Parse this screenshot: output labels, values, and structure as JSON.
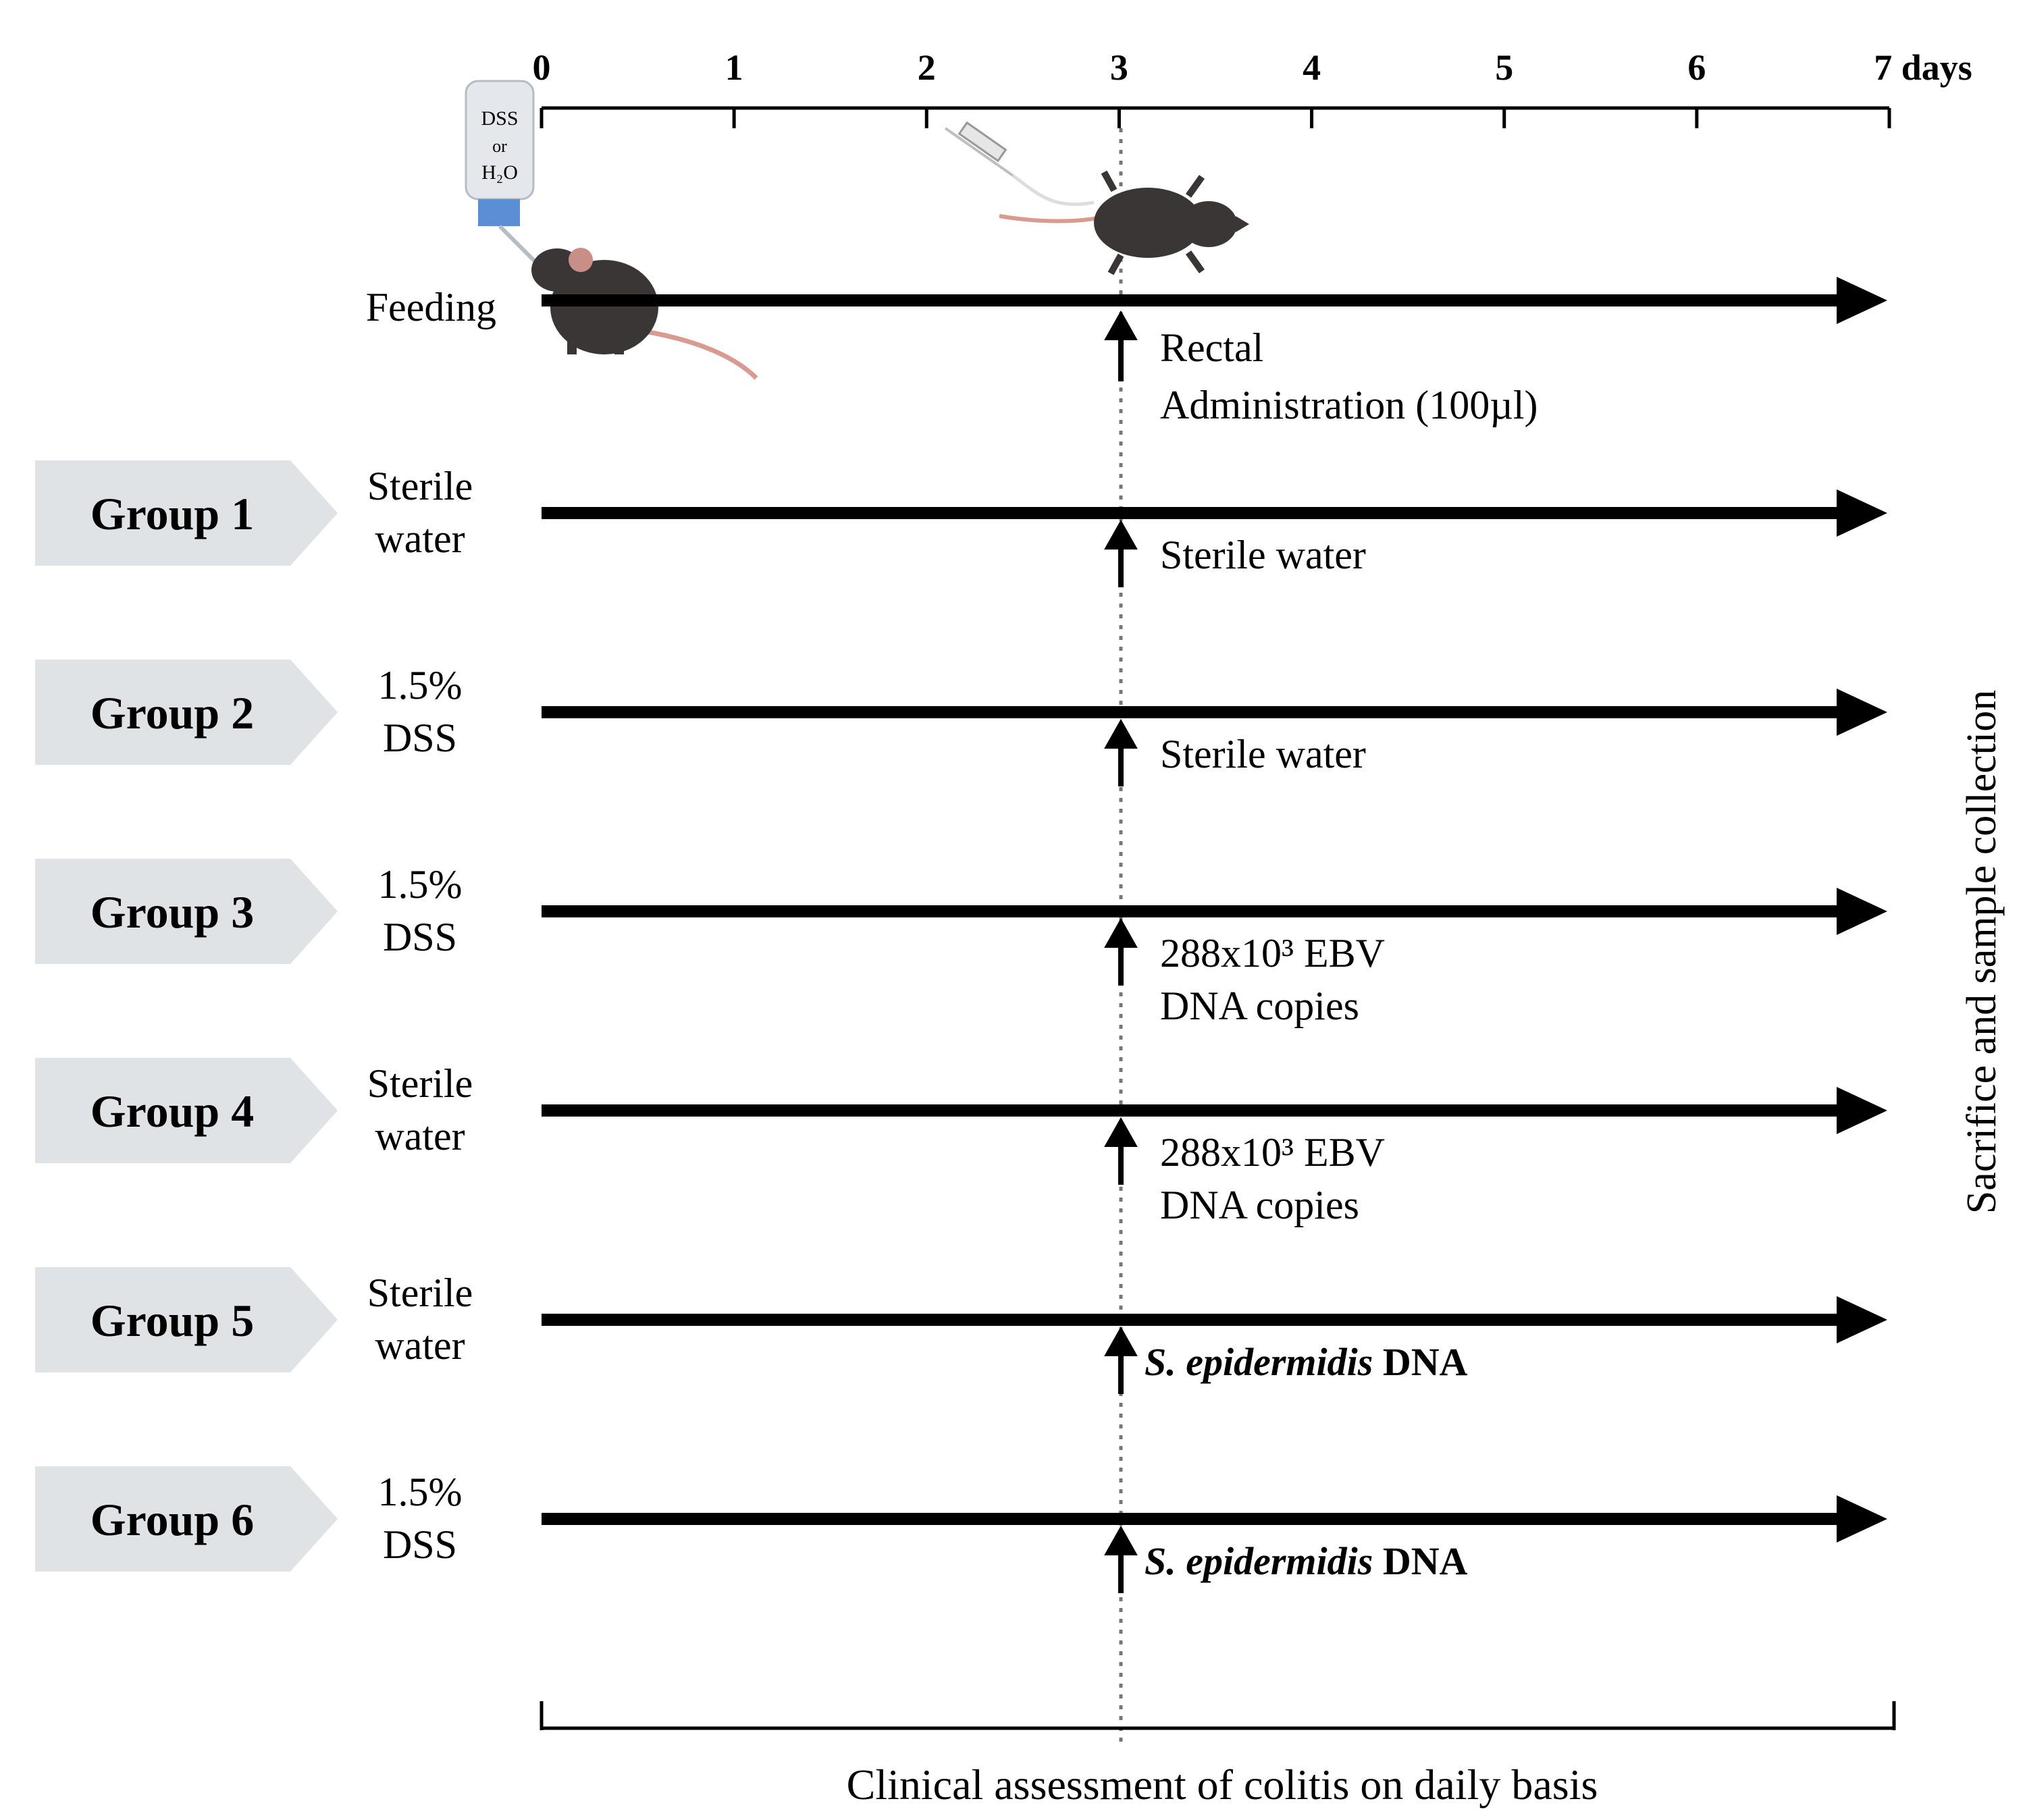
{
  "timeline": {
    "ticks": [
      "0",
      "1",
      "2",
      "3",
      "4",
      "5",
      "6",
      "7 days"
    ],
    "intervention_day": 3
  },
  "bottle": {
    "line1": "DSS",
    "line2": "or",
    "line3": "H₂O"
  },
  "feeding": {
    "label": "Feeding",
    "admin_line1": "Rectal",
    "admin_line2": "Administration (100µl)"
  },
  "groups": [
    {
      "label": "Group 1",
      "feed": [
        "Sterile",
        "water"
      ],
      "treatment": [
        "Sterile water"
      ]
    },
    {
      "label": "Group 2",
      "feed": [
        "1.5%",
        "DSS"
      ],
      "treatment": [
        "Sterile water"
      ]
    },
    {
      "label": "Group 3",
      "feed": [
        "1.5%",
        "DSS"
      ],
      "treatment": [
        "288x10³ EBV",
        "DNA copies"
      ]
    },
    {
      "label": "Group 4",
      "feed": [
        "Sterile",
        "water"
      ],
      "treatment": [
        "288x10³ EBV",
        "DNA copies"
      ]
    },
    {
      "label": "Group 5",
      "feed": [
        "Sterile",
        "water"
      ],
      "treatment_italic": "S. epidermidis",
      "treatment_rest": " DNA"
    },
    {
      "label": "Group 6",
      "feed": [
        "1.5%",
        "DSS"
      ],
      "treatment_italic": "S. epidermidis",
      "treatment_rest": " DNA"
    }
  ],
  "side_label": "Sacrifice and sample collection",
  "bottom_label": "Clinical assessment of colitis on daily basis",
  "colors": {
    "arrow": "#000000",
    "group_tag": "#dfe3e6",
    "mouse_body": "#3a3636",
    "mouse_tail": "#d99a8f",
    "bottle": "#e4e8ec",
    "bottle_cap": "#5a8fd6"
  }
}
